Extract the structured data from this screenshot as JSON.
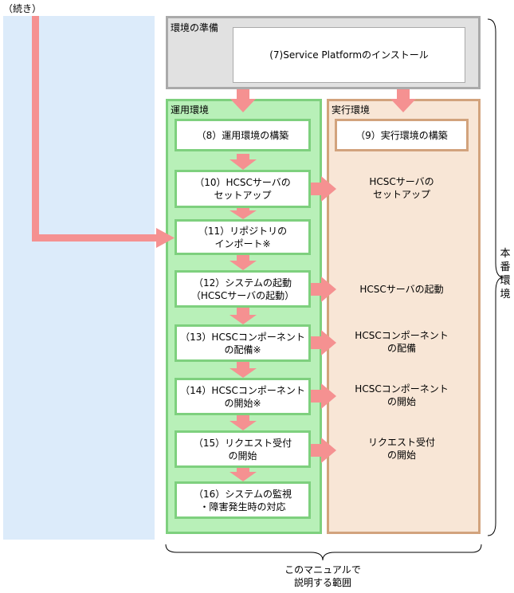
{
  "continued_label": "（続き）",
  "prep": {
    "title": "環境の準備",
    "step7": "(7)Service Platformのインストール"
  },
  "operation": {
    "title": "運用環境",
    "steps": [
      {
        "l1": "（8）運用環境の構築",
        "l2": ""
      },
      {
        "l1": "（10）HCSCサーバの",
        "l2": "セットアップ"
      },
      {
        "l1": "（11）リポジトリの",
        "l2": "インポート※"
      },
      {
        "l1": "（12）システムの起動",
        "l2": "（HCSCサーバの起動）"
      },
      {
        "l1": "（13）HCSCコンポーネント",
        "l2": "の配備※"
      },
      {
        "l1": "（14）HCSCコンポーネント",
        "l2": "の開始※"
      },
      {
        "l1": "（15）リクエスト受付",
        "l2": "の開始"
      },
      {
        "l1": "（16）システムの監視",
        "l2": "・障害発生時の対応"
      }
    ]
  },
  "execution": {
    "title": "実行環境",
    "step9": "（9）実行環境の構築",
    "items": [
      {
        "l1": "HCSCサーバの",
        "l2": "セットアップ"
      },
      {
        "l1": "HCSCサーバの起動",
        "l2": ""
      },
      {
        "l1": "HCSCコンポーネント",
        "l2": "の配備"
      },
      {
        "l1": "HCSCコンポーネント",
        "l2": "の開始"
      },
      {
        "l1": "リクエスト受付",
        "l2": "の開始"
      }
    ]
  },
  "production_label": [
    "本",
    "番",
    "環",
    "境"
  ],
  "scope_label": {
    "l1": "このマニュアルで",
    "l2": "説明する範囲"
  },
  "colors": {
    "left_panel": "#dcebfa",
    "arrow": "#f59191",
    "green_fill": "#b8f0b8",
    "green_border": "#7ed07e",
    "orange_fill": "#f8e6d6",
    "orange_border": "#d2a37d",
    "gray_fill": "#e1e1e1",
    "gray_border": "#aaaaaa"
  }
}
